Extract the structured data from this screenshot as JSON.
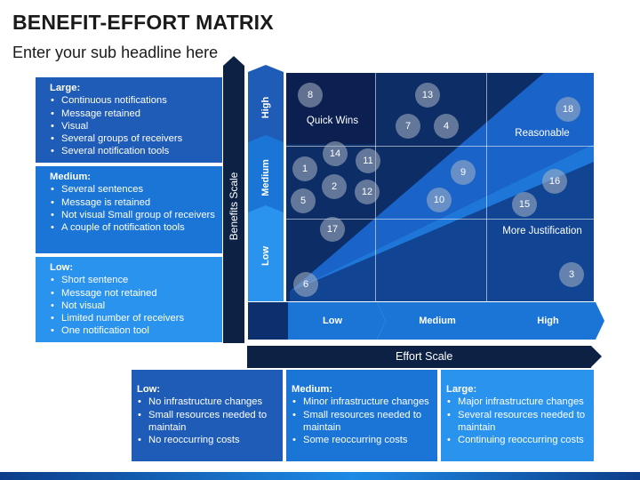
{
  "header": {
    "title": "BENEFIT-EFFORT MATRIX",
    "subtitle": "Enter your sub headline here"
  },
  "left_boxes": [
    {
      "heading": "Large:",
      "items": [
        "Continuous notifications",
        "Message retained",
        "Visual",
        "Several groups of receivers",
        "Several notification tools"
      ]
    },
    {
      "heading": "Medium:",
      "items": [
        "Several sentences",
        "Message is retained",
        "Not visual Small group of receivers",
        "A couple of notification tools"
      ]
    },
    {
      "heading": "Low:",
      "items": [
        "Short sentence",
        "Message not retained",
        "Not visual",
        " Limited number of receivers",
        "One notification tool"
      ]
    }
  ],
  "benefits_axis": {
    "label": "Benefits Scale",
    "levels": [
      "High",
      "Medium",
      "Low"
    ]
  },
  "effort_axis": {
    "label": "Effort Scale",
    "levels": [
      "Low",
      "Medium",
      "High"
    ]
  },
  "quadrant_labels": {
    "quick_wins": "Quick Wins",
    "reasonable": "Reasonable",
    "more_justification": "More Justification"
  },
  "bubbles": [
    "8",
    "13",
    "7",
    "4",
    "18",
    "14",
    "11",
    "1",
    "2",
    "12",
    "5",
    "9",
    "10",
    "16",
    "15",
    "17",
    "6",
    "3"
  ],
  "bottom_boxes": [
    {
      "heading": "Low:",
      "items": [
        "No infrastructure changes",
        "Small resources needed to maintain",
        "No reoccurring costs"
      ]
    },
    {
      "heading": "Medium:",
      "items": [
        "Minor infrastructure changes",
        "Small resources needed to maintain",
        "Some reoccurring costs"
      ]
    },
    {
      "heading": "Large:",
      "items": [
        "Major infrastructure changes",
        "Several resources needed to maintain",
        "Continuing reoccurring costs"
      ]
    }
  ],
  "colors": {
    "dark_navy": "#0d2144",
    "matrix_bg": "#0d2d66",
    "blue_1": "#1f5cb8",
    "blue_2": "#1a75d6",
    "blue_3": "#2a93ee"
  }
}
